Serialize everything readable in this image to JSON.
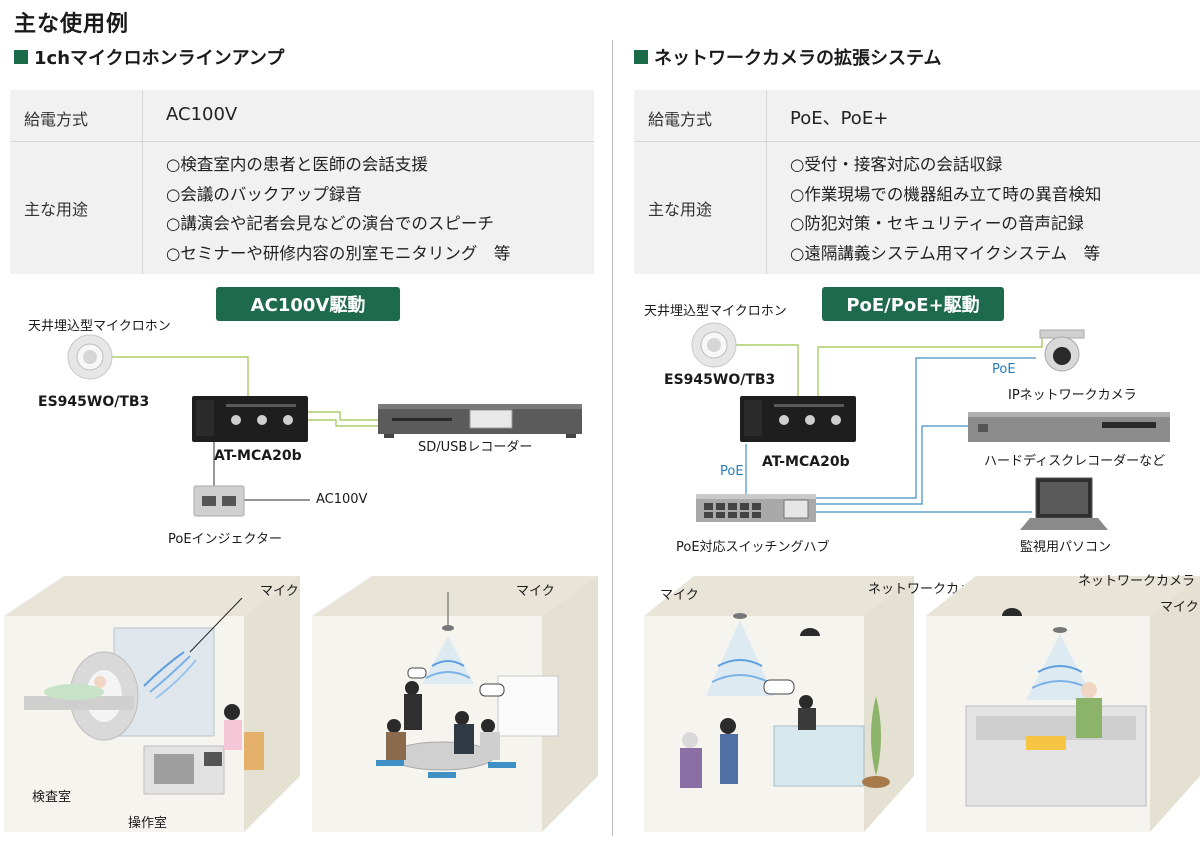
{
  "page_title": "主な使用例",
  "left": {
    "section_title": "1chマイクロホンラインアンプ",
    "spec": {
      "power_label": "給電方式",
      "power_value": "AC100V",
      "uses_label": "主な用途",
      "uses": [
        "○検査室内の患者と医師の会話支援",
        "○会議のバックアップ録音",
        "○講演会や記者会見などの演台でのスピーチ",
        "○セミナーや研修内容の別室モニタリング　等"
      ]
    },
    "badge": "AC100V駆動",
    "diagram": {
      "mic_caption": "天井埋込型マイクロホン",
      "mic_model": "ES945WO/TB3",
      "amp_model": "AT-MCA20b",
      "recorder": "SD/USBレコーダー",
      "injector": "PoEインジェクター",
      "ac_label": "AC100V"
    },
    "scenes": {
      "mic_label_1": "マイク",
      "mic_label_2": "マイク",
      "exam_room": "検査室",
      "control_room": "操作室"
    }
  },
  "right": {
    "section_title": "ネットワークカメラの拡張システム",
    "spec": {
      "power_label": "給電方式",
      "power_value": "PoE、PoE+",
      "uses_label": "主な用途",
      "uses": [
        "○受付・接客対応の会話収録",
        "○作業現場での機器組み立て時の異音検知",
        "○防犯対策・セキュリティーの音声記録",
        "○遠隔講義システム用マイクシステム　等"
      ]
    },
    "badge": "PoE/PoE+駆動",
    "diagram": {
      "mic_caption": "天井埋込型マイクロホン",
      "mic_model": "ES945WO/TB3",
      "amp_model": "AT-MCA20b",
      "poe_tag_1": "PoE",
      "poe_tag_2": "PoE",
      "camera": "IPネットワークカメラ",
      "hdd_recorder": "ハードディスクレコーダーなど",
      "switch_hub": "PoE対応スイッチングハブ",
      "pc": "監視用パソコン"
    },
    "scenes": {
      "mic_label_1": "マイク",
      "camera_label_1": "ネットワークカメラ",
      "camera_label_2": "ネットワークカメラ",
      "mic_label_2": "マイク"
    }
  },
  "colors": {
    "accent_green": "#1d6a4d",
    "spec_bg": "#f1f1f1",
    "analog_line": "#9bc24a",
    "network_line": "#3d8fc4"
  }
}
